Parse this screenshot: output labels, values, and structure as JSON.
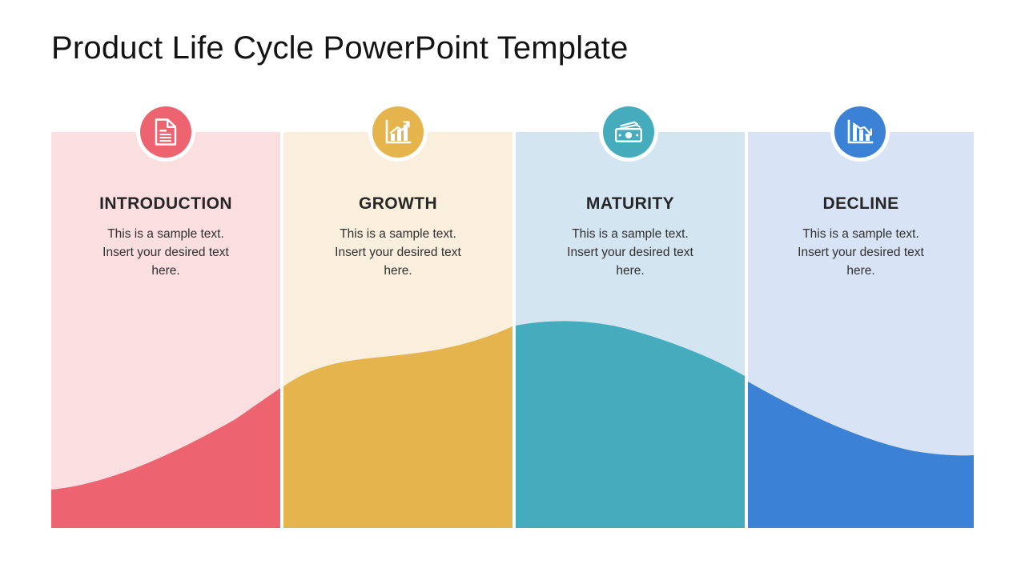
{
  "slide": {
    "title": "Product Life Cycle PowerPoint Template",
    "background": "#ffffff"
  },
  "chart_data": {
    "type": "area",
    "title": "Product Life Cycle PowerPoint Template",
    "xlabel": "",
    "ylabel": "",
    "grid": false,
    "legend": "none",
    "categories": [
      "INTRODUCTION",
      "GROWTH",
      "MATURITY",
      "DECLINE"
    ],
    "series": [
      {
        "name": "Product Life Cycle",
        "values": [
          10,
          62,
          100,
          98,
          40
        ],
        "x": [
          "start",
          "intro-end",
          "growth-end",
          "maturity-end",
          "decline-end"
        ]
      }
    ],
    "notes": "Single bell-shaped life cycle curve split across four colored stage panels; curve rises slowly through Introduction, steeply through Growth, plateaus at peak in Maturity, then falls and flattens in Decline."
  },
  "stages": [
    {
      "key": "introduction",
      "heading": "INTRODUCTION",
      "body": "This is a sample text.\nInsert your desired text\nhere.",
      "icon": "document-icon",
      "accent": "#ED6470",
      "panel": "#FBDEDF",
      "curve_level": 0.12
    },
    {
      "key": "growth",
      "heading": "GROWTH",
      "body": "This is a sample text.\nInsert your desired text\nhere.",
      "icon": "bar-chart-up-icon",
      "accent": "#E6B44C",
      "panel": "#FAEEDD",
      "curve_level": 0.62
    },
    {
      "key": "maturity",
      "heading": "MATURITY",
      "body": "This is a sample text.\nInsert your desired text\nhere.",
      "icon": "money-icon",
      "accent": "#44ACBC",
      "panel": "#D3E5F1",
      "curve_level": 1.0
    },
    {
      "key": "decline",
      "heading": "DECLINE",
      "body": "This is a sample text.\nInsert your desired text\nhere.",
      "icon": "bar-chart-down-icon",
      "accent": "#3B82D6",
      "panel": "#D8E4F5",
      "curve_level": 0.4
    }
  ]
}
